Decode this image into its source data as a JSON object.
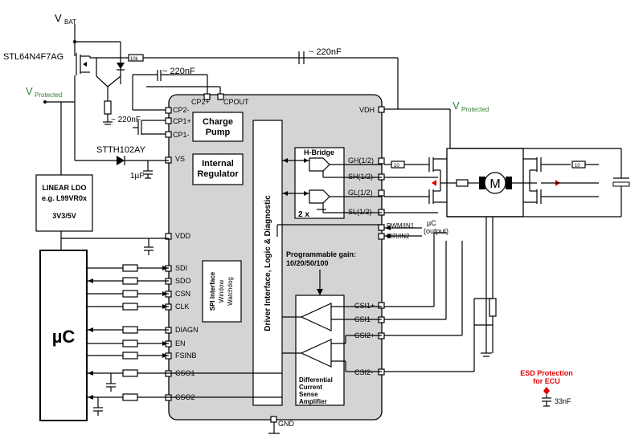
{
  "supply": {
    "vbat": "V",
    "vbat_sub": "BAT",
    "mosfet": "STL64N4F7AG",
    "vprot_left": "V",
    "vprot_left_sub": "Protected",
    "vprot_right": "V",
    "vprot_right_sub": "Protected"
  },
  "caps": {
    "c1": "~ 220nF",
    "c2": "~ 220nF",
    "c3": "~ 220nF",
    "c_vs": "1µF",
    "c_esd": "33nF"
  },
  "resistors": {
    "r10k": "10k",
    "r_gh1": "10",
    "r_gh2": "10"
  },
  "diode": "STTH102AY",
  "ldo": {
    "line1": "LINEAR LDO",
    "line2": "e.g. L99VR0x",
    "line3": "3V3/5V"
  },
  "mcu": {
    "label": "µC"
  },
  "ic": {
    "charge_pump": {
      "line1": "Charge",
      "line2": "Pump"
    },
    "regulator": {
      "line1": "Internal",
      "line2": "Regulator"
    },
    "hbridge": "H-Bridge",
    "multiplier": "2 x",
    "logic": "Driver Interface, Logic & Diagnostic",
    "gain": {
      "line1": "Programmable gain:",
      "line2": "10/20/50/100"
    },
    "spi": {
      "line1": "SPI Interface",
      "line2": "Window",
      "line3": "Watchdog"
    },
    "csa": {
      "line1": "Differential",
      "line2": "Current",
      "line3": "Sense",
      "line4": "Amplifier"
    }
  },
  "pins": {
    "cp2p": "CP2+",
    "cpout": "CPOUT",
    "cp2m": "CP2-",
    "cp1p": "CP1+",
    "cp1m": "CP1-",
    "vdh": "VDH",
    "vs": "VS",
    "vdd": "VDD",
    "sdi": "SDI",
    "sdo": "SDO",
    "csn": "CSN",
    "clk": "CLK",
    "diagn": "DIAGN",
    "en": "EN",
    "fsinb": "FSINB",
    "cso1": "CSO1",
    "cso2": "CSO2",
    "gh": "GH(1/2)",
    "sh": "SH(1/2)",
    "gl": "GL(1/2)",
    "sl": "SL(1/2)",
    "pwm": "PWM/IN1",
    "dir": "DIR/IN2",
    "csi1p": "CSI1+",
    "csi1m": "CSI1-",
    "csi2p": "CSI2+",
    "csi2m": "CSI2-",
    "gnd": "GND"
  },
  "uc_output": {
    "line1": "µC",
    "line2": "(output)"
  },
  "motor": "M",
  "esd": {
    "line1": "ESD Protection",
    "line2": "for ECU"
  },
  "colors": {
    "ic_body": "#d4d4d4",
    "vprot": "#2e7d32",
    "esd": "#e00000",
    "wire": "#000000"
  }
}
